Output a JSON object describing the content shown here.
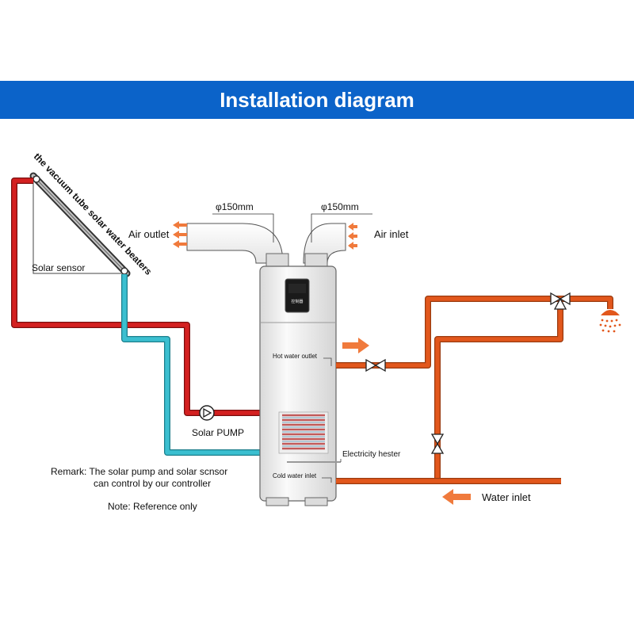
{
  "header": {
    "title": "Installation diagram"
  },
  "labels": {
    "collector": "the vacuum tube solar water beaters",
    "solar_sensor": "Solar sensor",
    "air_outlet": "Air outlet",
    "air_inlet": "Air inlet",
    "duct_left": "φ150mm",
    "duct_right": "φ150mm",
    "display": "控制器",
    "hot_water_outlet": "Hot water outlet",
    "electricity_heater": "Electricity hester",
    "cold_water_inlet": "Cold water inlet",
    "solar_pump": "Solar PUMP",
    "water_inlet": "Water inlet",
    "remark_line1": "Remark: The solar pump and solar scnsor",
    "remark_line2": "can control by our controller",
    "note": "Note: Reference only"
  },
  "colors": {
    "banner": "#0b63c9",
    "solar_hot_pipe": "#d42020",
    "solar_return_pipe": "#3bbfd0",
    "water_pipe": "#e2571c",
    "arrow": "#f07a3c",
    "tank_body": "#f2f2f2"
  },
  "icons": [
    "valve-icon",
    "pump-icon",
    "shower-head-icon",
    "arrow-icon"
  ]
}
